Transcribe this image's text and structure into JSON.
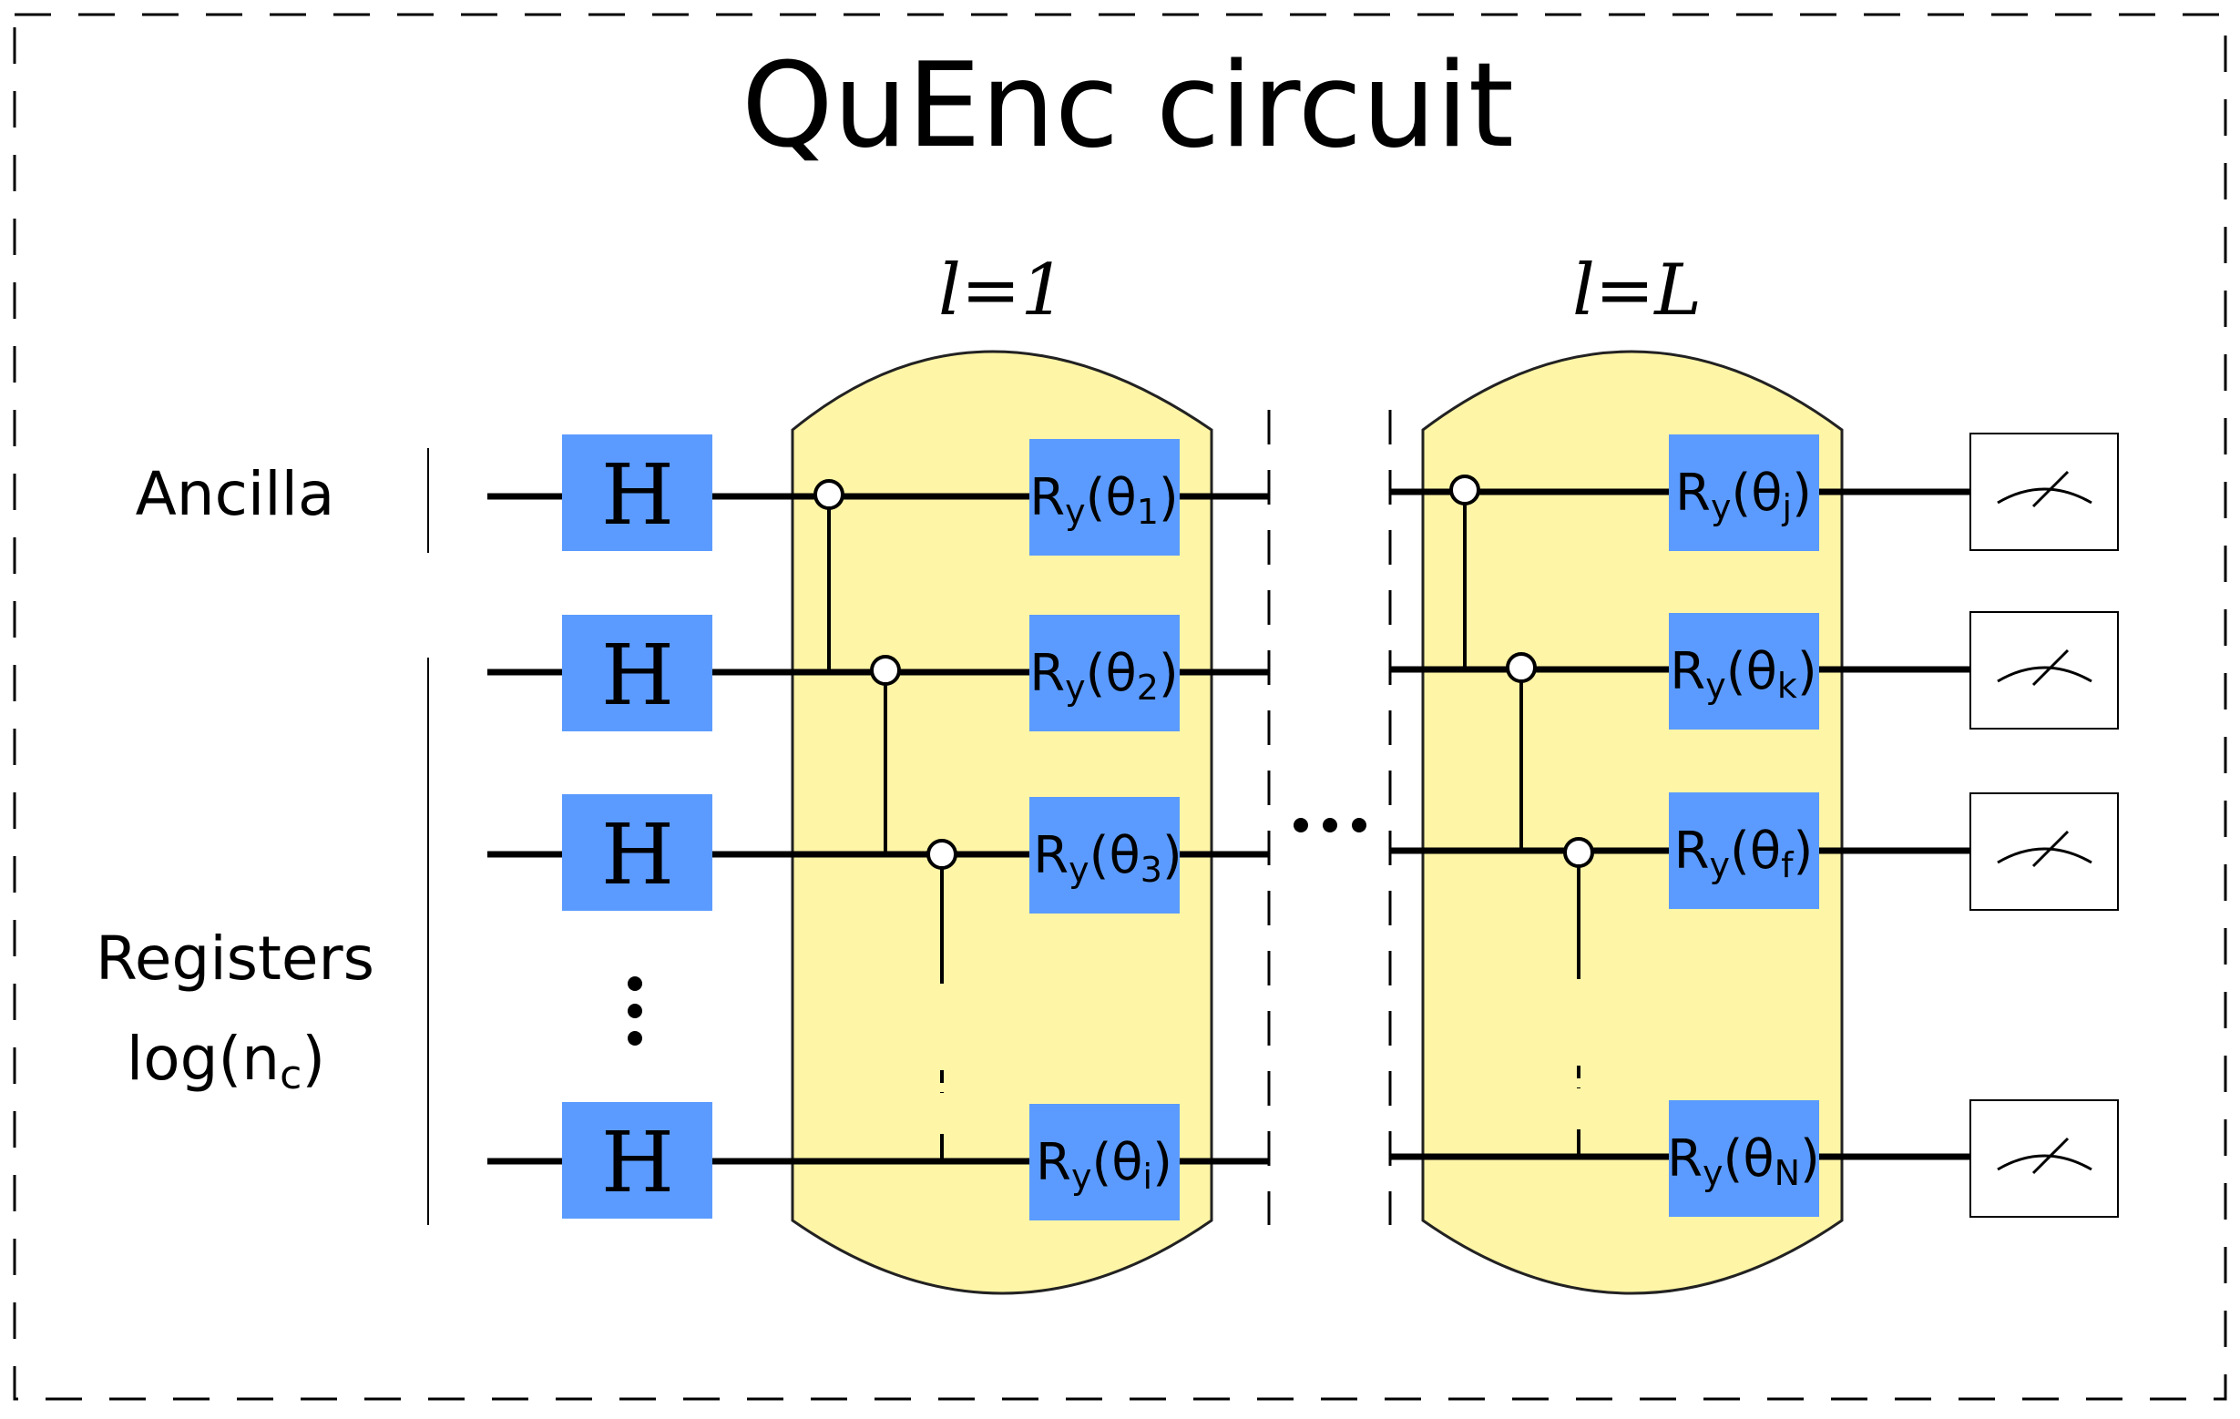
{
  "title": "QuEnc circuit",
  "layers": {
    "first": "l=1",
    "last": "l=L"
  },
  "labels": {
    "ancilla": "Ancilla",
    "registers": "Registers",
    "log_main": "log(n",
    "log_sub": "c",
    "log_close": ")"
  },
  "hadamard": "H",
  "rotation": {
    "prefix": "R",
    "axis": "y",
    "open": "(θ",
    "close": ")"
  },
  "layer1_params": [
    "1",
    "2",
    "3",
    "i"
  ],
  "layerL_params": [
    "j",
    "k",
    "f",
    "N"
  ],
  "colors": {
    "gate_fill": "#5b9bff",
    "layer_fill": "#fff5a6",
    "layer_stroke": "#222222",
    "wire": "#000000"
  },
  "icons": {
    "measure": "meter-icon",
    "control": "control-dot-icon"
  }
}
